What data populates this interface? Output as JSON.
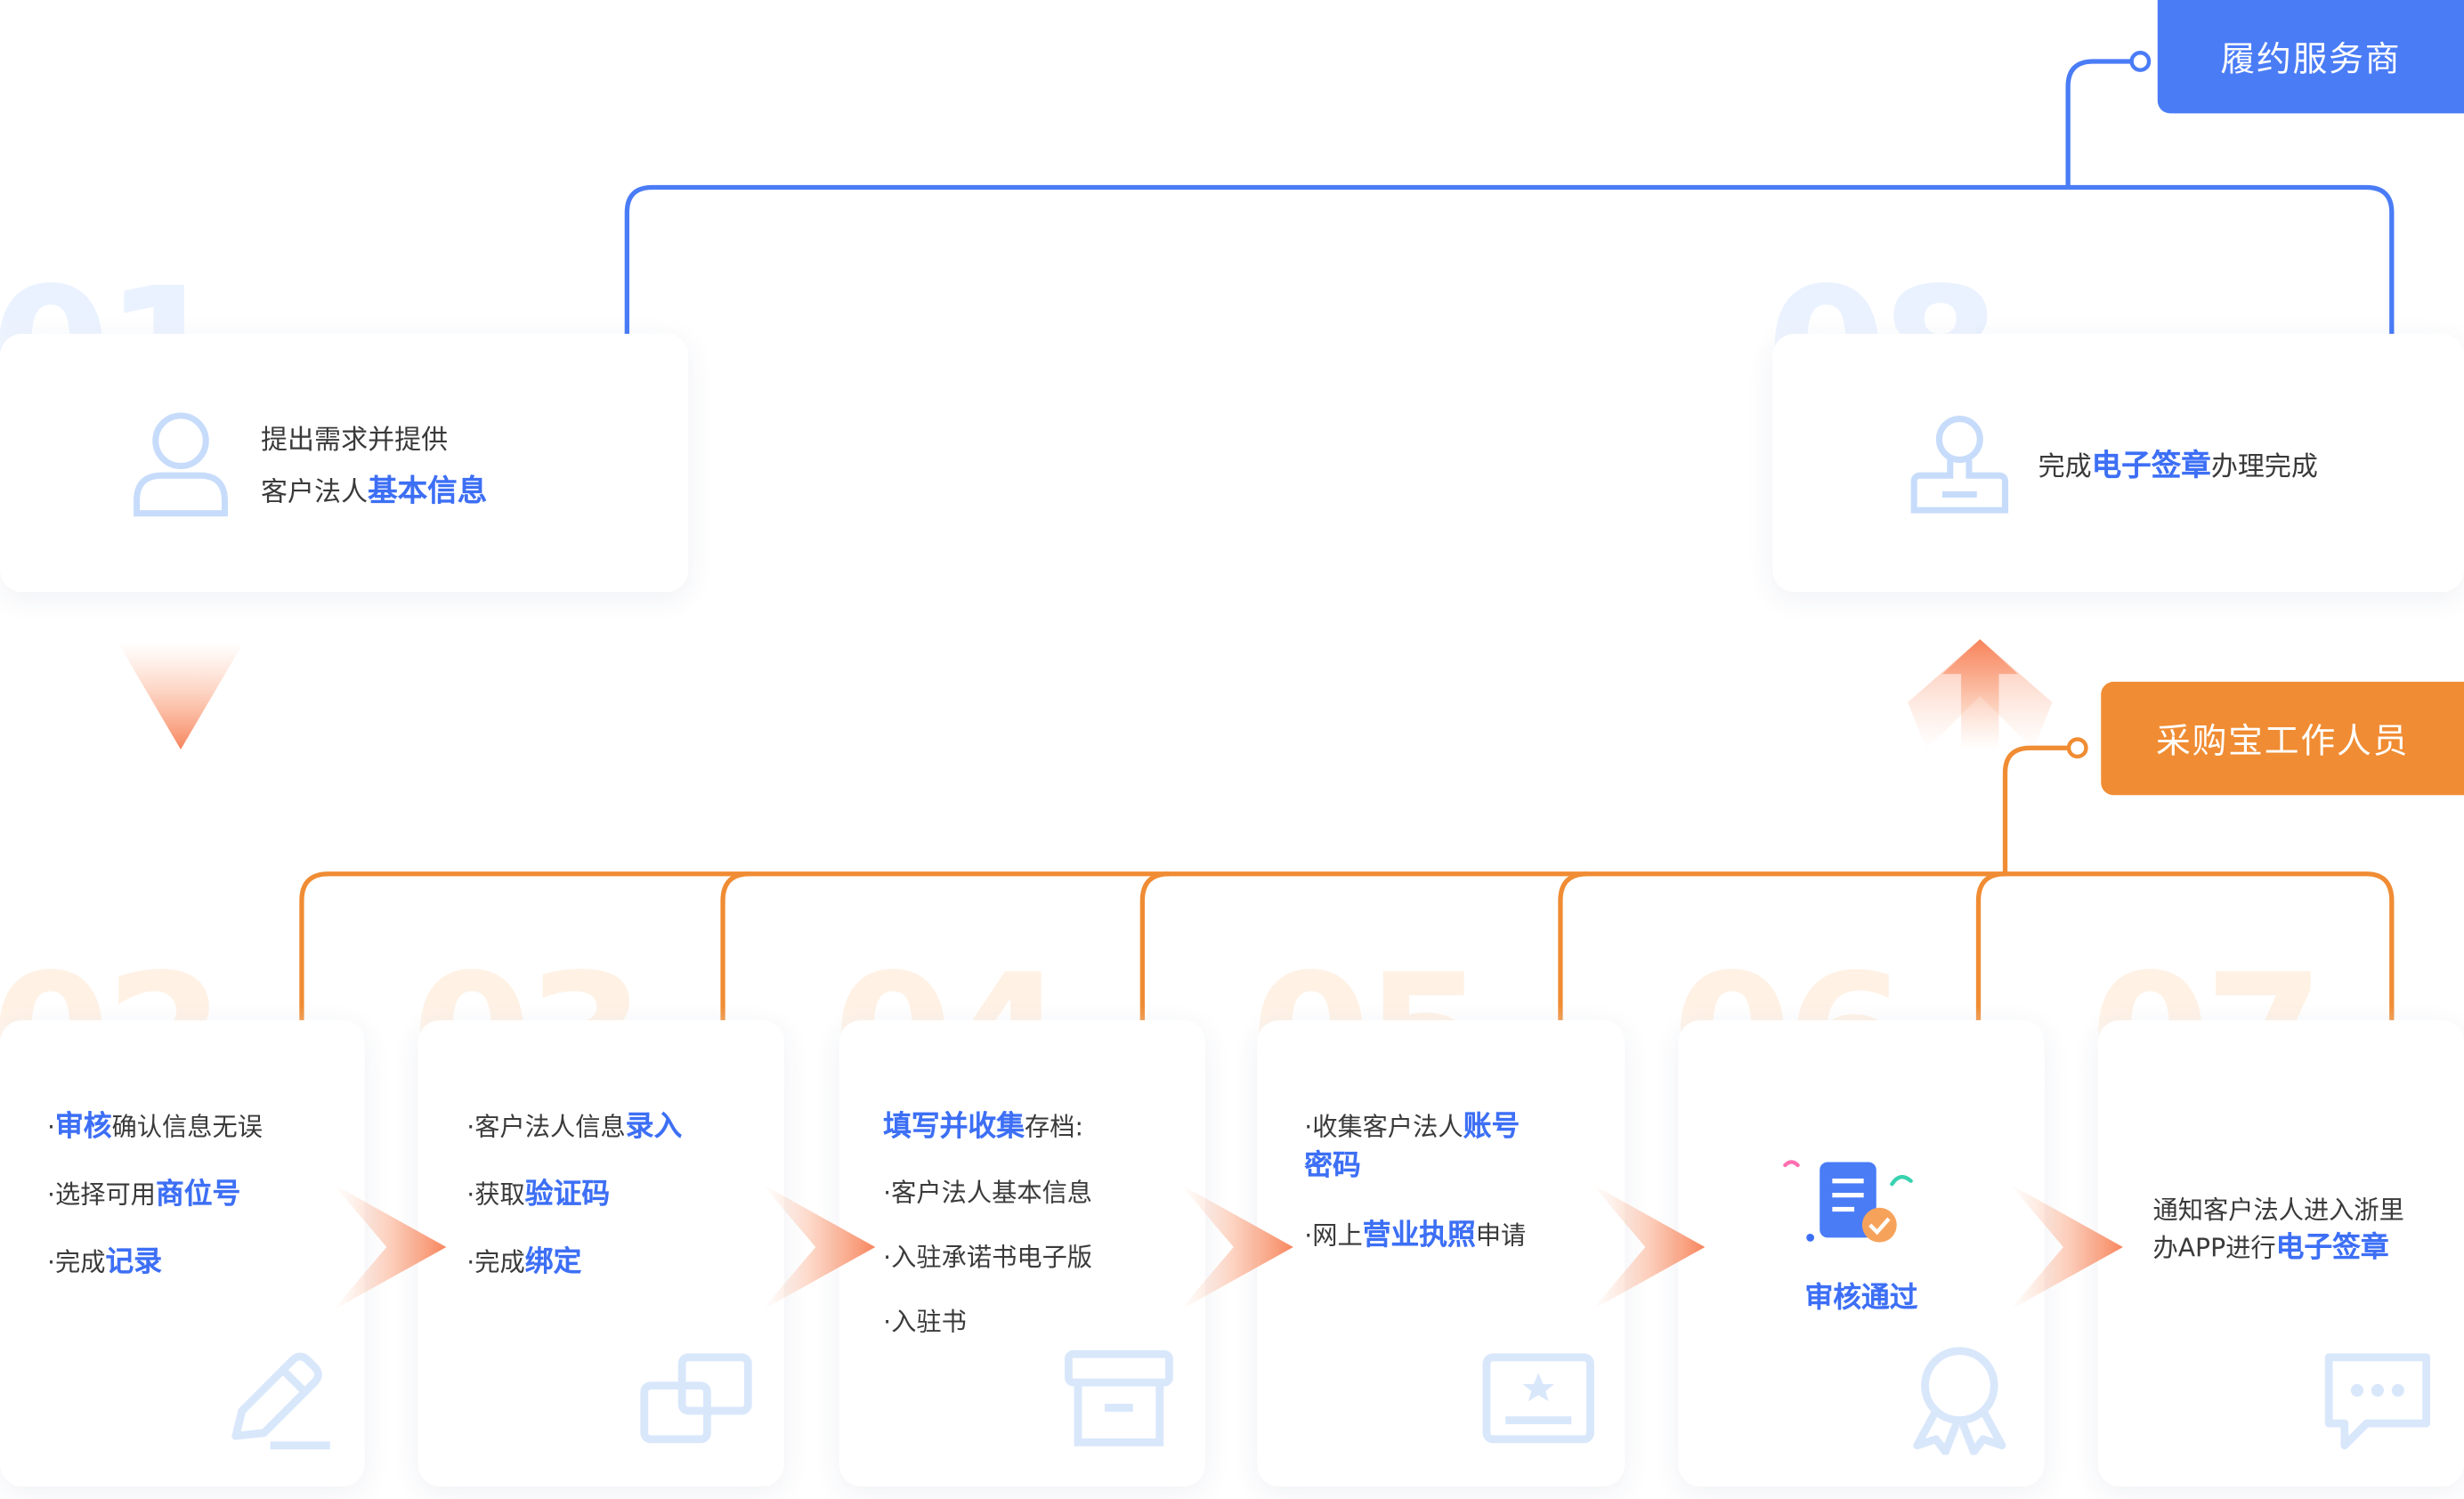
{
  "roles": {
    "fulfillment": "履约服务商",
    "staff": "采购宝工作人员"
  },
  "colors": {
    "blue": "#4a7cf6",
    "orange": "#f08c33",
    "highlight": "#3d6ff5"
  },
  "steps": [
    {
      "num": "01",
      "line1": "提出需求并提供",
      "line2_plain": "客户法人",
      "line2_hl": "基本信息",
      "icon": "user-icon"
    },
    {
      "num": "02",
      "items": [
        {
          "hl": "审核",
          "plain": "确认信息无误"
        },
        {
          "plain": "选择可用",
          "hl": "商位号"
        },
        {
          "plain": "完成",
          "hl": "记录"
        }
      ],
      "icon": "edit-icon"
    },
    {
      "num": "03",
      "items": [
        {
          "plain": "客户法人信息",
          "hl": "录入"
        },
        {
          "plain": "获取",
          "hl": "验证码"
        },
        {
          "plain": "完成",
          "hl": "绑定"
        }
      ],
      "icon": "link-icon"
    },
    {
      "num": "04",
      "title_hl": "填写并收集",
      "title_plain": "存档:",
      "items": [
        "客户法人基本信息",
        "入驻承诺书电子版",
        "入驻书"
      ],
      "icon": "archive-icon"
    },
    {
      "num": "05",
      "item1_plain": "收集客户法人",
      "item1_hl": "账号",
      "item1_hl2": "密码",
      "item2_plain": "网上",
      "item2_hl": "营业执照",
      "item2_plain2": "申请",
      "icon": "certificate-icon"
    },
    {
      "num": "06",
      "label": "审核通过",
      "icon": "award-icon"
    },
    {
      "num": "07",
      "line1": "通知客户法人进入浙里",
      "line2_plain": "办APP进行",
      "line2_hl": "电子签章",
      "icon": "chat-icon"
    },
    {
      "num": "08",
      "plain1": "完成",
      "hl": "电子签章",
      "plain2": "办理完成",
      "icon": "stamp-icon"
    }
  ]
}
